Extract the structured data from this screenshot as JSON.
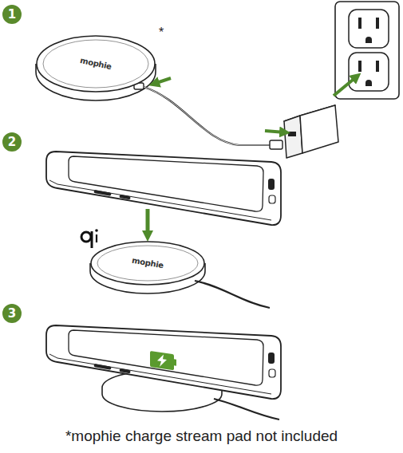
{
  "diagram": {
    "caption": "*mophie charge stream pad not included",
    "nodes": [
      {
        "text": [
          "1"
        ]
      },
      {
        "text": [
          "mophie"
        ]
      },
      {
        "text": [
          "2"
        ]
      },
      {
        "text": [
          "mophie"
        ]
      },
      {
        "text": [
          "3"
        ]
      }
    ],
    "labels": [
      "*"
    ]
  }
}
